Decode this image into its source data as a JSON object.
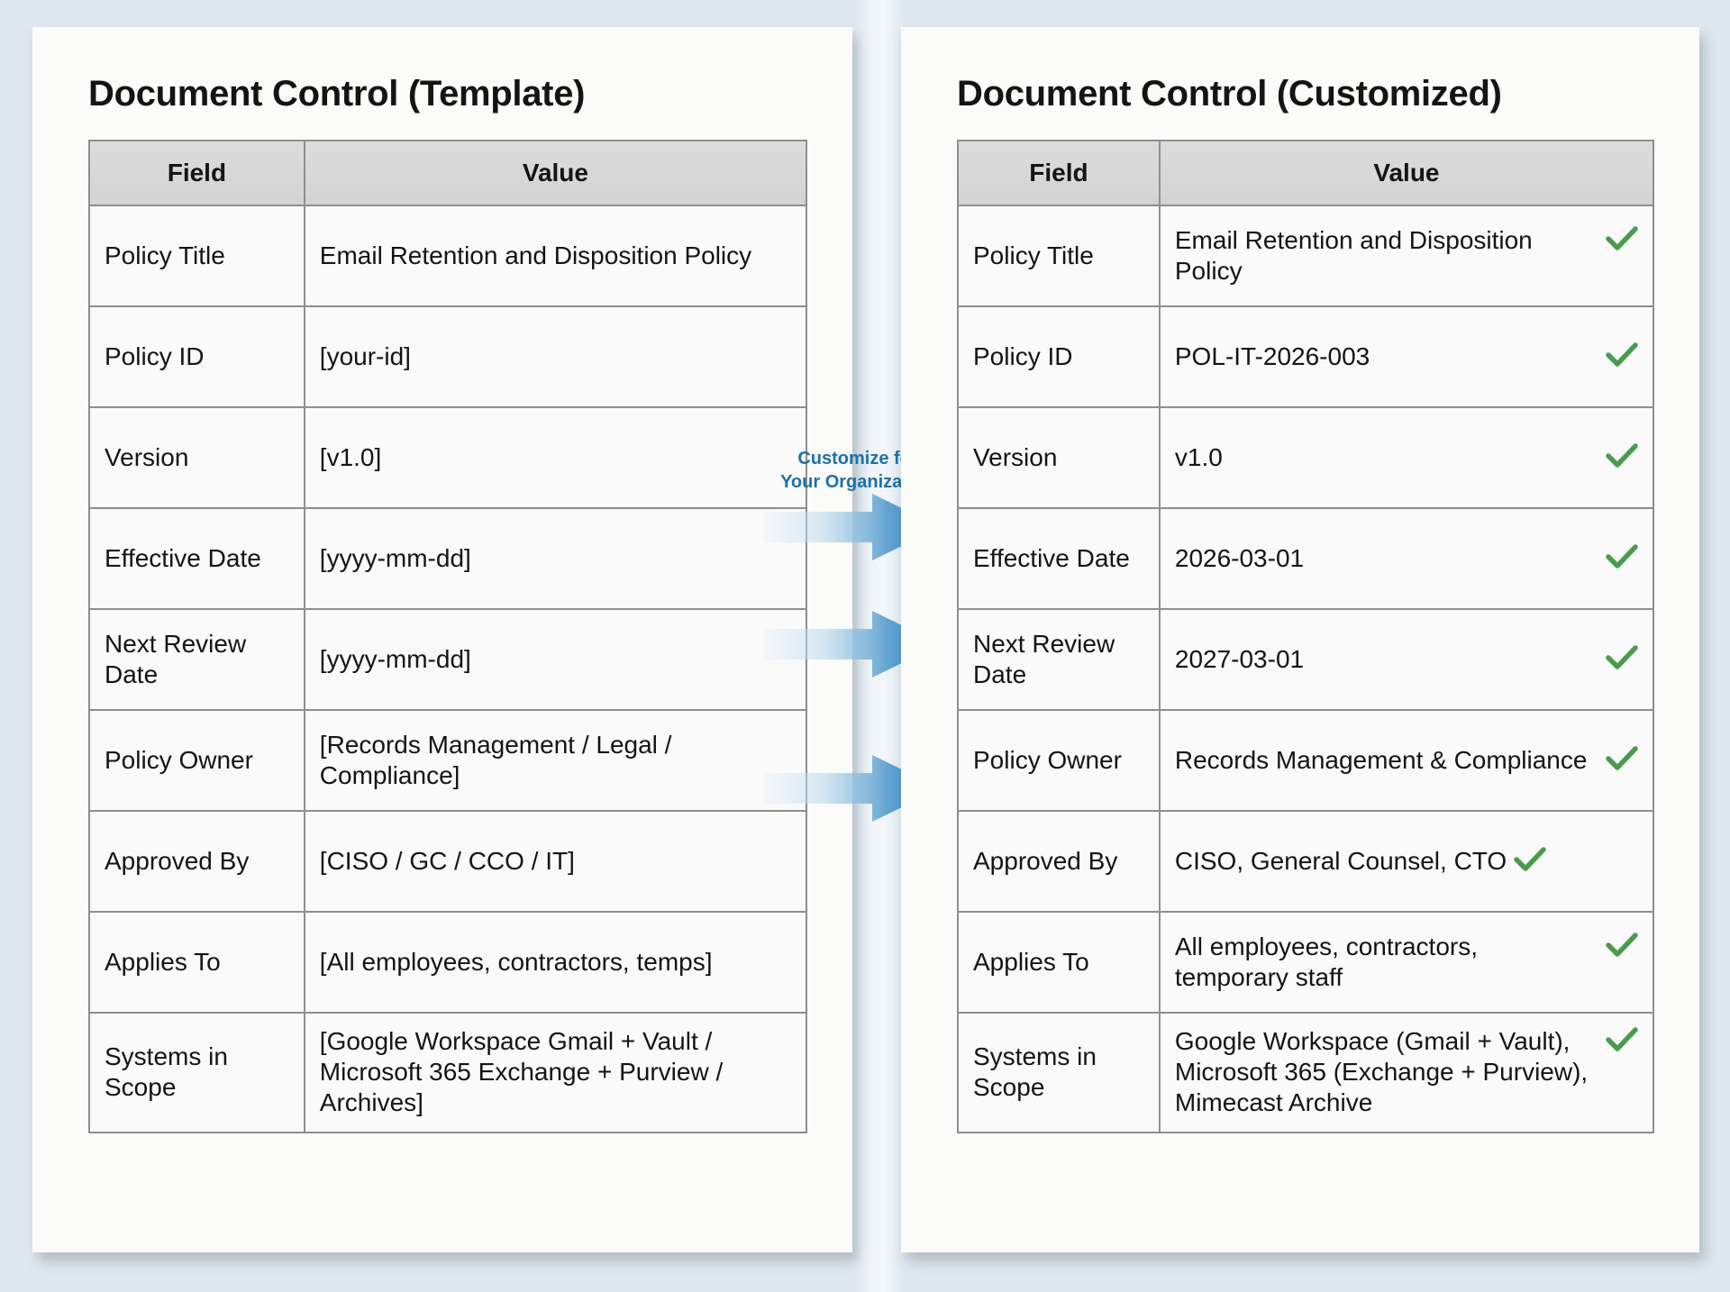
{
  "background_color": "#dfe8f0",
  "accent_colors": {
    "placeholder_orange": "#c07a29",
    "check_green": "#4a9a4f",
    "arrow_blue": "#2e82bd",
    "label_blue": "#1f6fa8"
  },
  "left_panel": {
    "title": "Document Control (Template)",
    "columns": [
      "Field",
      "Value"
    ],
    "rows": [
      {
        "field": "Policy Title",
        "value": "Email Retention and Disposition Policy",
        "placeholder": false
      },
      {
        "field": "Policy ID",
        "value": "[your-id]",
        "placeholder": true
      },
      {
        "field": "Version",
        "value": "[v1.0]",
        "placeholder": true
      },
      {
        "field": "Effective Date",
        "value": "[yyyy-mm-dd]",
        "placeholder": true
      },
      {
        "field": "Next Review Date",
        "value": "[yyyy-mm-dd]",
        "placeholder": true
      },
      {
        "field": "Policy Owner",
        "value": "[Records Management / Legal / Compliance]",
        "placeholder": true
      },
      {
        "field": "Approved By",
        "value": "[CISO / GC / CCO / IT]",
        "placeholder": true
      },
      {
        "field": "Applies To",
        "value": "[All employees, contractors, temps]",
        "placeholder": true
      },
      {
        "field": "Systems in Scope",
        "value": "[Google Workspace Gmail + Vault / Microsoft 365 Exchange + Purview / Archives]",
        "placeholder": true
      }
    ]
  },
  "right_panel": {
    "title": "Document Control (Customized)",
    "columns": [
      "Field",
      "Value"
    ],
    "rows": [
      {
        "field": "Policy Title",
        "value": "Email Retention and Disposition Policy",
        "check": true,
        "inline_check": false
      },
      {
        "field": "Policy ID",
        "value": "POL-IT-2026-003",
        "check": true,
        "inline_check": false
      },
      {
        "field": "Version",
        "value": "v1.0",
        "check": true,
        "inline_check": false
      },
      {
        "field": "Effective Date",
        "value": "2026-03-01",
        "check": true,
        "inline_check": false
      },
      {
        "field": "Next Review Date",
        "value": "2027-03-01",
        "check": true,
        "inline_check": false
      },
      {
        "field": "Policy Owner",
        "value": "Records Management & Compliance",
        "check": true,
        "inline_check": false
      },
      {
        "field": "Approved By",
        "value": "CISO, General Counsel, CTO",
        "check": true,
        "inline_check": true
      },
      {
        "field": "Applies To",
        "value": "All employees, contractors, temporary staff",
        "check": true,
        "inline_check": false
      },
      {
        "field": "Systems in Scope",
        "value": "Google Workspace (Gmail + Vault), Microsoft 365 (Exchange + Purview), Mimecast Archive",
        "check": true,
        "inline_check": false
      }
    ]
  },
  "connector": {
    "label_line_1": "Customize for",
    "label_line_2": "Your Organization",
    "arrow_count": 3
  }
}
